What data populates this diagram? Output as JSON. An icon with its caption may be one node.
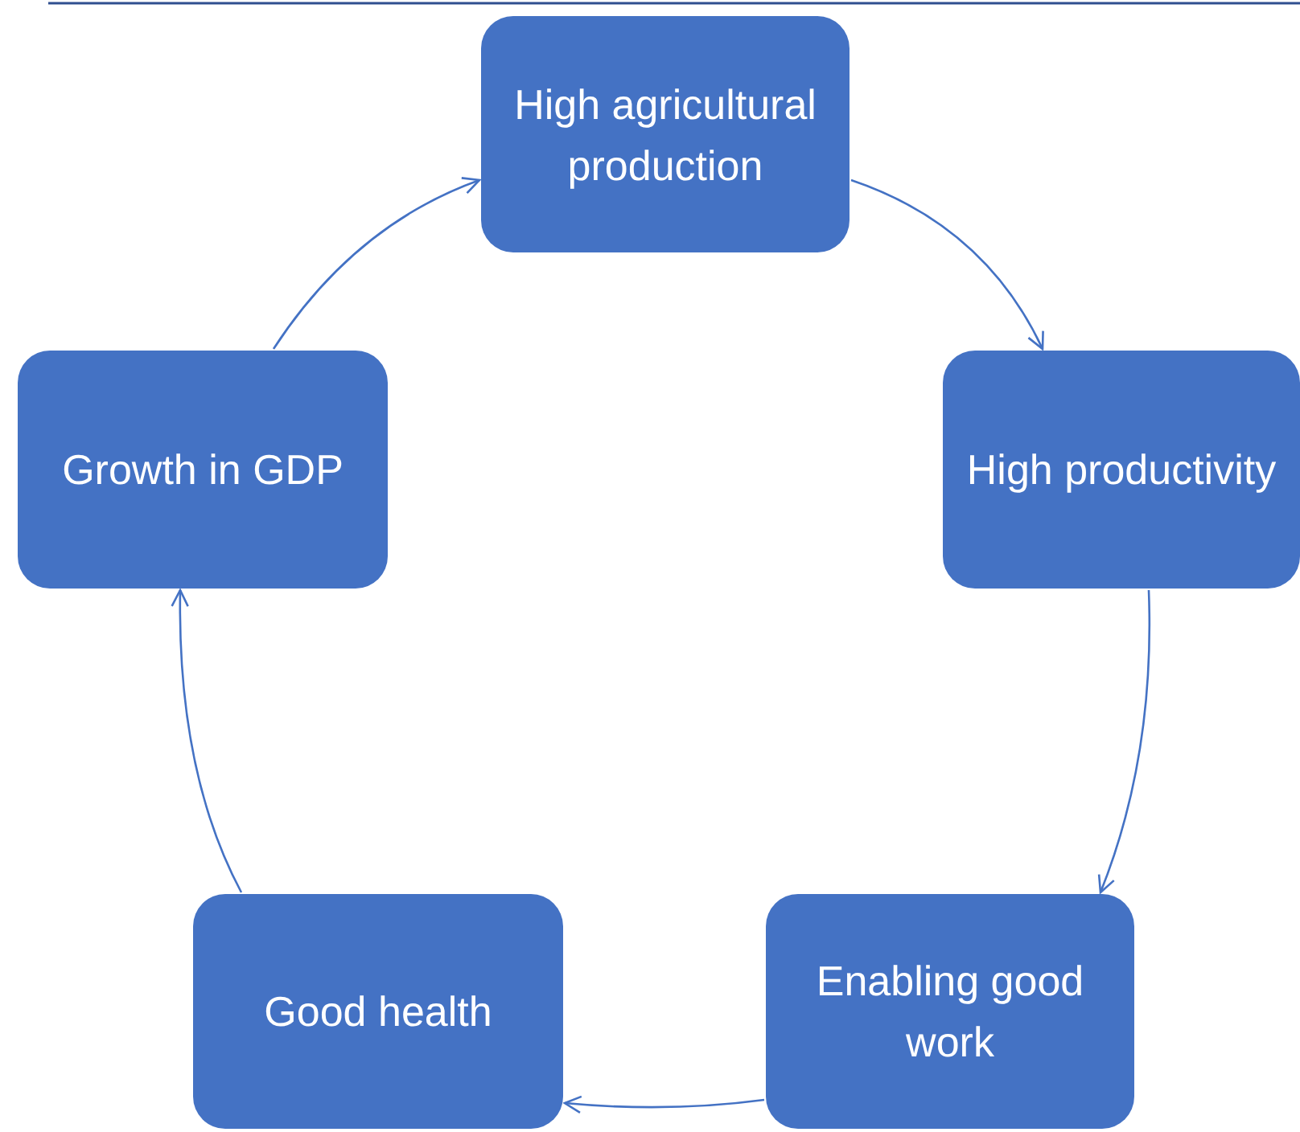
{
  "diagram": {
    "nodes": [
      {
        "text": [
          "High agricultural production"
        ]
      },
      {
        "text": [
          "High productivity"
        ]
      },
      {
        "text": [
          "Enabling good work"
        ]
      },
      {
        "text": [
          "Good health"
        ]
      },
      {
        "text": [
          "Growth in GDP"
        ]
      }
    ],
    "edges": [
      {
        "from": 0,
        "to": 1,
        "arrow": "to"
      },
      {
        "from": 1,
        "to": 2,
        "arrow": "to"
      },
      {
        "from": 2,
        "to": 3,
        "arrow": "to"
      },
      {
        "from": 3,
        "to": 4,
        "arrow": "to"
      },
      {
        "from": 4,
        "to": 0,
        "arrow": "to"
      }
    ]
  }
}
